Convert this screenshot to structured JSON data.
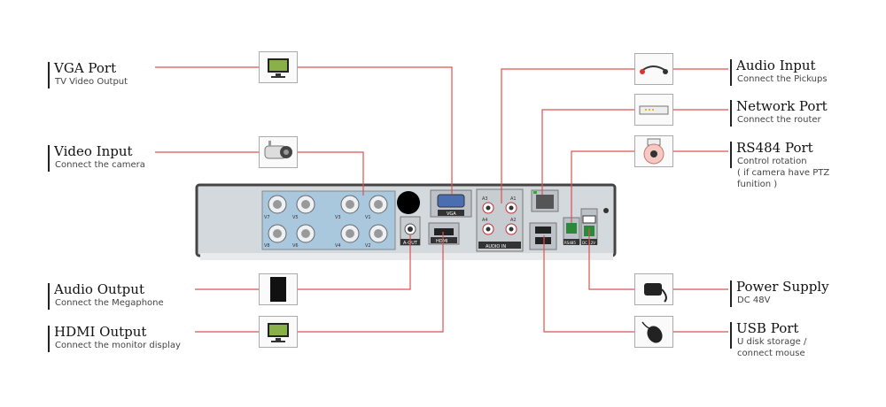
{
  "labels": {
    "vga": {
      "title": "VGA Port",
      "sub": "TV Video Output"
    },
    "video": {
      "title": "Video Input",
      "sub": "Connect the camera"
    },
    "audio_out": {
      "title": "Audio Output",
      "sub": "Connect the Megaphone"
    },
    "hdmi": {
      "title": "HDMI Output",
      "sub": "Connect the monitor display"
    },
    "audio_in": {
      "title": "Audio Input",
      "sub": "Connect the Pickups"
    },
    "network": {
      "title": "Network Port",
      "sub": "Connect the router"
    },
    "rs485": {
      "title": "RS484 Port",
      "sub": "Control rotation",
      "sub2": "( if camera have PTZ",
      "sub3": "funition )"
    },
    "power": {
      "title": "Power Supply",
      "sub": "DC 48V"
    },
    "usb": {
      "title": "USB Port",
      "sub": "U disk storage /",
      "sub2": "connect mouse"
    }
  },
  "panel": {
    "bnc_labels": [
      "V7",
      "V5",
      "V3",
      "V1",
      "V8",
      "V6",
      "V4",
      "V2"
    ],
    "vga_label": "VGA",
    "aout_label": "A-OUT",
    "hdmi_label": "HDMI",
    "audio_in_label": "AUDIO IN",
    "audio_ch": [
      "A3",
      "A1",
      "A4",
      "A2"
    ],
    "rs485_label": "RS485",
    "dc_label": "DC 12V"
  },
  "colors": {
    "line": "#d9534f",
    "panel": "#d4d9dd",
    "bnc_block": "#a9c8de",
    "frame": "#444444"
  },
  "icons": [
    "monitor-icon",
    "camera-icon",
    "speaker-icon",
    "monitor-icon",
    "microphone-icon",
    "router-icon",
    "ptz-camera-icon",
    "power-adapter-icon",
    "mouse-icon"
  ]
}
